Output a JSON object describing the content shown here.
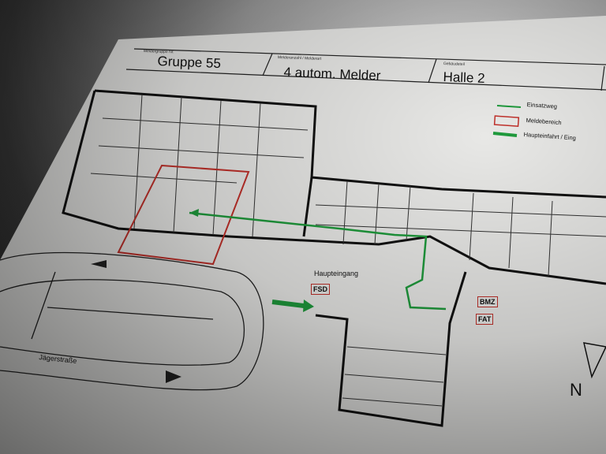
{
  "header": {
    "group_label": "Meldergruppe Nr.",
    "group_value": "Gruppe 55",
    "count_label": "Melderanzahl / Melderart",
    "count_value": "4 autom. Melder",
    "part_label": "Gebäudeteil",
    "part_value": "Halle 2"
  },
  "legend": {
    "items": [
      {
        "label": "Einsatzweg",
        "icon": "thin-green-arrow"
      },
      {
        "label": "Meldebereich",
        "icon": "red-rectangle"
      },
      {
        "label": "Haupteinfahrt / Eing",
        "icon": "thick-green-arrow"
      }
    ]
  },
  "plan": {
    "entrance_label": "Haupteingang",
    "street_label": "Jägerstraße",
    "fsd": "FSD",
    "bmz": "BMZ",
    "fat": "FAT",
    "north": "N"
  },
  "colors": {
    "route": "#1f9a3c",
    "zone": "#c0302a"
  }
}
